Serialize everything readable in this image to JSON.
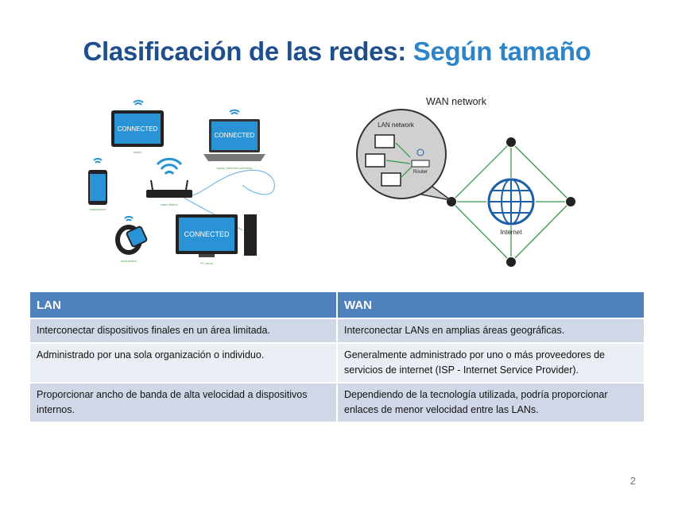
{
  "slide": {
    "title_part1": "Clasificación de las redes: ",
    "title_part2": "Según tamaño",
    "page_number": "2"
  },
  "lan_figure": {
    "screen_text": "CONNECTED",
    "labels": {
      "tablet": "tablet",
      "laptop": "laptop (ethernet wireless)",
      "smartphone": "smartphone",
      "router": "base station",
      "smartwatch": "smartwatch",
      "pc": "PC wired"
    }
  },
  "wan_figure": {
    "title": "WAN network",
    "lan_label": "LAN network",
    "router_label": "Router",
    "internet_label": "Internet"
  },
  "table": {
    "headers": [
      "LAN",
      "WAN"
    ],
    "rows": [
      [
        "Interconectar dispositivos finales en un área limitada.",
        "Interconectar LANs en amplias áreas geográficas."
      ],
      [
        "Administrado por una sola organización o individuo.",
        "Generalmente administrado por uno o más proveedores de servicios de internet (ISP - Internet Service Provider)."
      ],
      [
        "Proporcionar ancho de banda de alta velocidad a dispositivos internos.",
        "Dependiendo de la tecnología utilizada, podría proporcionar enlaces de menor velocidad entre las LANs."
      ]
    ]
  },
  "colors": {
    "title_dark": "#1f4e8c",
    "title_light": "#2e84c8",
    "table_header": "#4f81bd",
    "row_dark": "#d0d8e8",
    "row_light": "#e9edf4",
    "device_screen": "#2a93d5",
    "arrow_green": "#3a9a4a"
  }
}
